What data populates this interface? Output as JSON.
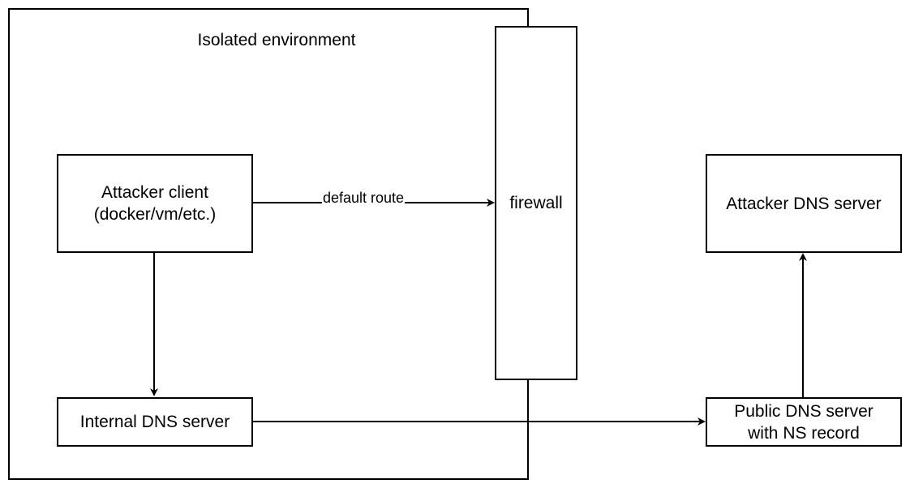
{
  "container": {
    "label": "Isolated environment"
  },
  "nodes": {
    "attacker_client": {
      "line1": "Attacker client",
      "line2": "(docker/vm/etc.)"
    },
    "internal_dns": {
      "label": "Internal DNS server"
    },
    "firewall": {
      "label": "firewall"
    },
    "attacker_dns": {
      "label": "Attacker DNS server"
    },
    "public_dns": {
      "line1": "Public DNS server",
      "line2": "with NS record"
    }
  },
  "edges": {
    "default_route": {
      "label": "default route"
    }
  }
}
